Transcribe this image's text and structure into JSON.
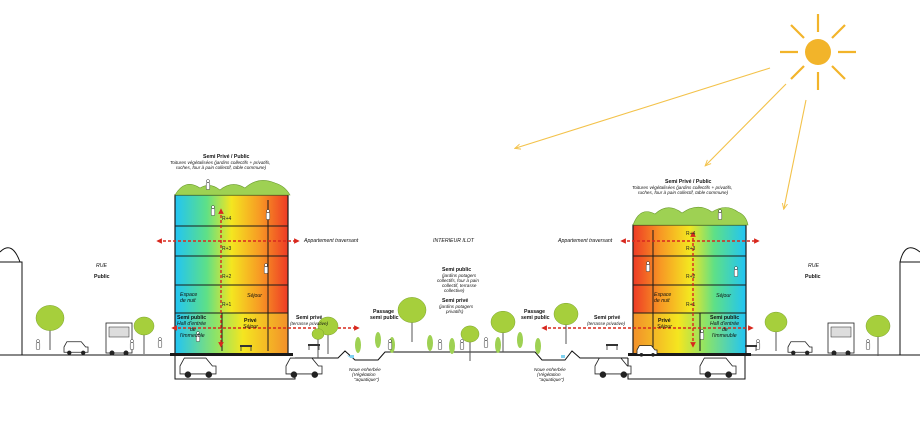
{
  "labels": {
    "rue_left": "RUE",
    "public_left": "Public",
    "rue_right": "RUE",
    "public_right": "Public",
    "interieur": "INTERIEUR ILOT",
    "roof_left_title": "Semi Privé / Public",
    "roof_left_desc1": "Toitures végétalisées (jardins collectifs + privatifs,",
    "roof_left_desc2": "ruches, four à pain collectif, table commune)",
    "roof_right_title": "Semi Privé / Public",
    "roof_right_desc1": "Toitures végétalisées (jardins collectifs + privatifs,",
    "roof_right_desc2": "ruches, four à pain collectif, table commune)",
    "appt_left": "Appartement traversant",
    "appt_right": "Appartement traversant",
    "semi_public_center_1": "Semi public",
    "semi_public_center_2": "(jardins potagers",
    "semi_public_center_3": "collectifs, four à pain",
    "semi_public_center_4": "collectif, terrasse",
    "semi_public_center_5": "collective)",
    "semi_prive_center_1": "Semi privé",
    "semi_prive_center_2": "(jardins potagers",
    "semi_prive_center_3": "privatifs)",
    "espace_nuit_left_1": "Espace",
    "espace_nuit_left_2": "de nuit",
    "sejour_left": "Séjour",
    "espace_nuit_right_1": "Espace",
    "espace_nuit_right_2": "de nuit",
    "sejour_right": "Séjour",
    "hall_left_1": "Semi public",
    "hall_left_2": "Hall d'entrée",
    "hall_left_3": "de",
    "hall_left_4": "l'immeuble",
    "hall_right_1": "Semi public",
    "hall_right_2": "Hall d'entrée",
    "hall_right_3": "de",
    "hall_right_4": "l'immeuble",
    "prive_left_1": "Privé",
    "prive_left_2": "Séjour",
    "prive_right_1": "Privé",
    "prive_right_2": "Séjour",
    "terrasse_left_1": "Semi privé",
    "terrasse_left_2": "(terrasse privative)",
    "terrasse_right_1": "Semi privé",
    "terrasse_right_2": "(terrasse privative)",
    "passage_left_1": "Passage",
    "passage_left_2": "semi public",
    "passage_right_1": "Passage",
    "passage_right_2": "semi public",
    "noue_left_1": "Noue enherbée",
    "noue_left_2": "(Végétation",
    "noue_left_3": "\"aquatique\")",
    "noue_right_1": "Noue enherbée",
    "noue_right_2": "(Végétation",
    "noue_right_3": "\"aquatique\")"
  },
  "floors": [
    "R+4",
    "R+3",
    "R+2",
    "R+1"
  ],
  "colors": {
    "sun": "#f2b42a",
    "sun_ray": "#f3c24a",
    "arrow": "#d8281e",
    "tree": "#a6cf3c",
    "hedge": "#9ed153",
    "building_outline": "#1a1a1a"
  },
  "icons": [
    "sun-icon",
    "tree-icon",
    "car-icon",
    "bus-icon",
    "person-icon",
    "bench-icon"
  ]
}
